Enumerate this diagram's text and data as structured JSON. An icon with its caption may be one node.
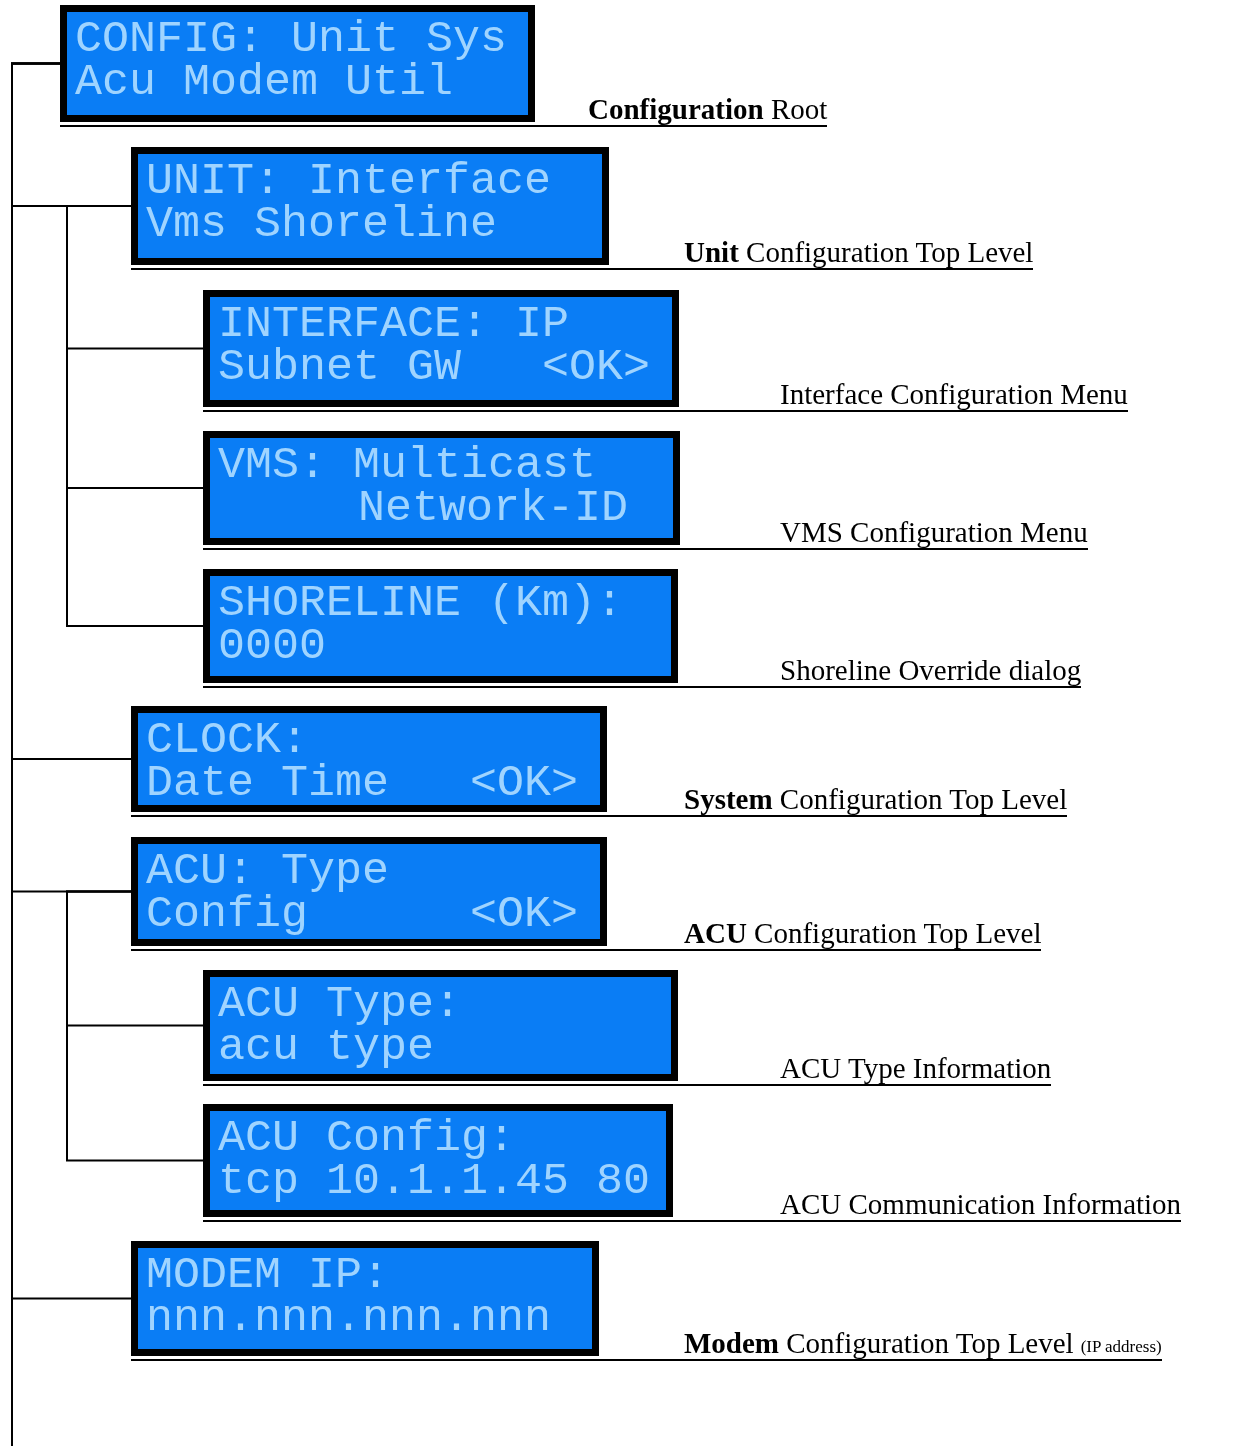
{
  "diagram": {
    "nodes": [
      {
        "text": [
          "CONFIG: Unit Sys",
          "Acu Modem Util",
          "**Configuration** Root"
        ]
      },
      {
        "text": [
          "UNIT: Interface",
          "Vms Shoreline",
          "**Unit** Configuration Top Level"
        ]
      },
      {
        "text": [
          "INTERFACE: IP",
          "Subnet GW   <OK>",
          "Interface Configuration Menu"
        ]
      },
      {
        "text": [
          "VMS: Multicast",
          "Network-ID",
          "VMS Configuration Menu"
        ]
      },
      {
        "text": [
          "SHORELINE (Km):",
          "0000",
          "Shoreline Override dialog"
        ]
      },
      {
        "text": [
          "CLOCK:",
          "Date Time   <OK>",
          "**System** Configuration Top Level"
        ]
      },
      {
        "text": [
          "ACU: Type",
          "Config      <OK>",
          "**ACU** Configuration Top Level"
        ]
      },
      {
        "text": [
          "ACU Type:",
          "acu type",
          "ACU Type Information"
        ]
      },
      {
        "text": [
          "ACU Config:",
          "tcp 10.1.1.45 80",
          "ACU Communication Information"
        ]
      },
      {
        "text": [
          "MODEM IP:",
          "nnn.nnn.nnn.nnn",
          "**Modem** Configuration Top Level",
          "(IP address)"
        ]
      }
    ],
    "edges": [
      {
        "from": 0,
        "to": 1,
        "arrow": "none"
      },
      {
        "from": 1,
        "to": 2,
        "arrow": "none"
      },
      {
        "from": 1,
        "to": 3,
        "arrow": "none"
      },
      {
        "from": 1,
        "to": 4,
        "arrow": "none"
      },
      {
        "from": 0,
        "to": 5,
        "arrow": "none"
      },
      {
        "from": 0,
        "to": 6,
        "arrow": "none"
      },
      {
        "from": 6,
        "to": 7,
        "arrow": "none"
      },
      {
        "from": 6,
        "to": 8,
        "arrow": "none"
      },
      {
        "from": 0,
        "to": 9,
        "arrow": "none"
      }
    ]
  }
}
